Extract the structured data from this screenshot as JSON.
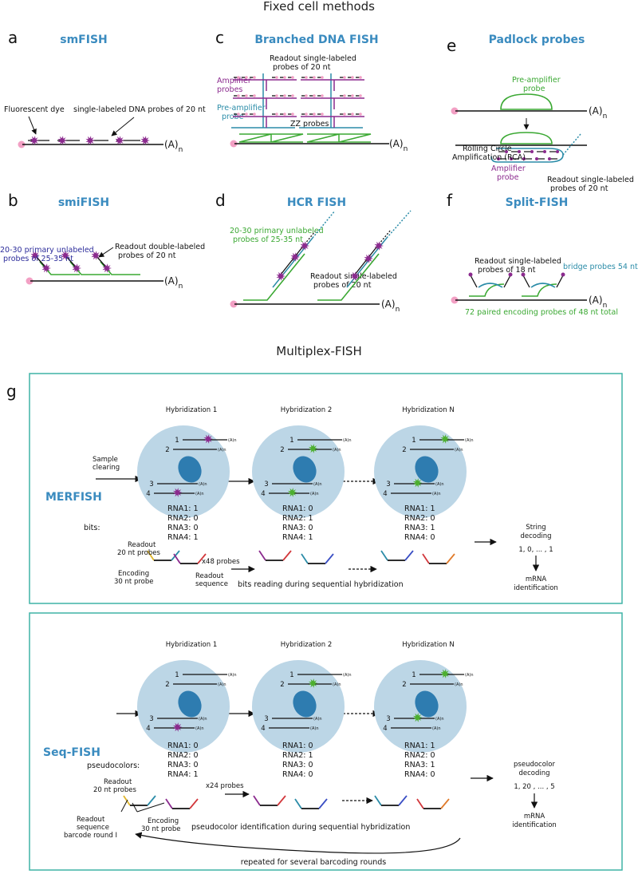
{
  "figure": {
    "title": "Fixed cell methods",
    "multiplex_title": "Multiplex-FISH",
    "letters": {
      "a": "a",
      "b": "b",
      "c": "c",
      "d": "d",
      "e": "e",
      "f": "f",
      "g": "g"
    },
    "poly_a": "(A)",
    "poly_a_sub": "n"
  },
  "panels": {
    "a": {
      "title": "smFISH",
      "dye_label": "Fluorescent dye",
      "probe_label": "single-labeled DNA probes of 20 nt"
    },
    "b": {
      "title": "smiFISH",
      "primary_label": [
        "20-30 primary unlabeled",
        "probes of 25-35 nt"
      ],
      "readout_label": [
        "Readout double-labeled",
        "probes of 20 nt"
      ]
    },
    "c": {
      "title": "Branched DNA FISH",
      "readout_label": [
        "Readout single-labeled",
        "probes of 20 nt"
      ],
      "amplifier_label": [
        "Amplifier",
        "probes"
      ],
      "preamp_label": [
        "Pre-amplifier",
        "probe"
      ],
      "zz_label": "ZZ probes"
    },
    "d": {
      "title": "HCR FISH",
      "primary_label": [
        "20-30 primary unlabeled",
        "probes of 25-35 nt"
      ],
      "readout_label": [
        "Readout single-labeled",
        "probes of 20 nt"
      ]
    },
    "e": {
      "title": "Padlock probes",
      "preamp_label": [
        "Pre-amplifier",
        "probe"
      ],
      "rca_label": [
        "Rolling Circle",
        "Amplification (RCA)"
      ],
      "amplifier_label": [
        "Amplifier",
        "probe"
      ],
      "readout_label": [
        "Readout single-labeled",
        "probes of 20 nt"
      ]
    },
    "f": {
      "title": "Split-FISH",
      "readout_label": [
        "Readout single-labeled",
        "probes of 18 nt"
      ],
      "bridge_label": "bridge probes 54 nt",
      "encoding_label": "72 paired encoding probes of 48 nt total"
    }
  },
  "merfish": {
    "name": "MERFISH",
    "hyb_titles": [
      "Hybridization 1",
      "Hybridization 2",
      "Hybridization N"
    ],
    "sample_clearing": [
      "Sample",
      "clearing"
    ],
    "bits_label": "bits:",
    "rna_values": [
      [
        "RNA1: 1",
        "RNA2: 0",
        "RNA3: 0",
        "RNA4: 1"
      ],
      [
        "RNA1: 0",
        "RNA2: 1",
        "RNA3: 0",
        "RNA4: 1"
      ],
      [
        "RNA1: 1",
        "RNA2: 0",
        "RNA3: 1",
        "RNA4: 0"
      ]
    ],
    "readout_probes": [
      "Readout",
      "20 nt probes"
    ],
    "encoding_probe": [
      "Encoding",
      "30 nt probe"
    ],
    "readout_sequence": [
      "Readout",
      "sequence"
    ],
    "multiplier": "x48 probes",
    "caption": "bits reading during sequential hybridization",
    "decoding": [
      "String",
      "decoding",
      "1, 0, ... , 1"
    ],
    "identification": [
      "mRNA",
      "identification"
    ],
    "row_numbers": [
      "1",
      "2",
      "3",
      "4"
    ]
  },
  "seqfish": {
    "name": "Seq-FISH",
    "hyb_titles": [
      "Hybridization 1",
      "Hybridization 2",
      "Hybridization N"
    ],
    "pseudo_label": "pseudocolors:",
    "rna_values": [
      [
        "RNA1: 0",
        "RNA2: 0",
        "RNA3: 0",
        "RNA4: 1"
      ],
      [
        "RNA1: 0",
        "RNA2: 1",
        "RNA3: 0",
        "RNA4: 0"
      ],
      [
        "RNA1: 1",
        "RNA2: 0",
        "RNA3: 1",
        "RNA4: 0"
      ]
    ],
    "readout_probes": [
      "Readout",
      "20 nt probes"
    ],
    "readout_sequence": [
      "Readout",
      "sequence",
      "barcode round I"
    ],
    "encoding_probe": [
      "Encoding",
      "30 nt probe"
    ],
    "multiplier": "x24 probes",
    "caption": "pseudocolor identification during sequential hybridization",
    "decoding": [
      "pseudocolor",
      "decoding",
      "1, 20 , ... , 5"
    ],
    "identification": [
      "mRNA",
      "identification"
    ],
    "repeat_label": "repeated for several barcoding rounds",
    "row_numbers": [
      "1",
      "2",
      "3",
      "4"
    ]
  },
  "colors": {
    "method_blue": "#3a8bbf",
    "probe_green": "#3aa832",
    "dye_magenta": "#8b2a8e",
    "dye_green": "#4caf2f",
    "teal": "#2b8ca8",
    "cell_fill": "#bcd6e6",
    "nucleus": "#2e7cb0",
    "box_border": "#3fb3a6",
    "anchor_pink": "#f2a0c4"
  }
}
